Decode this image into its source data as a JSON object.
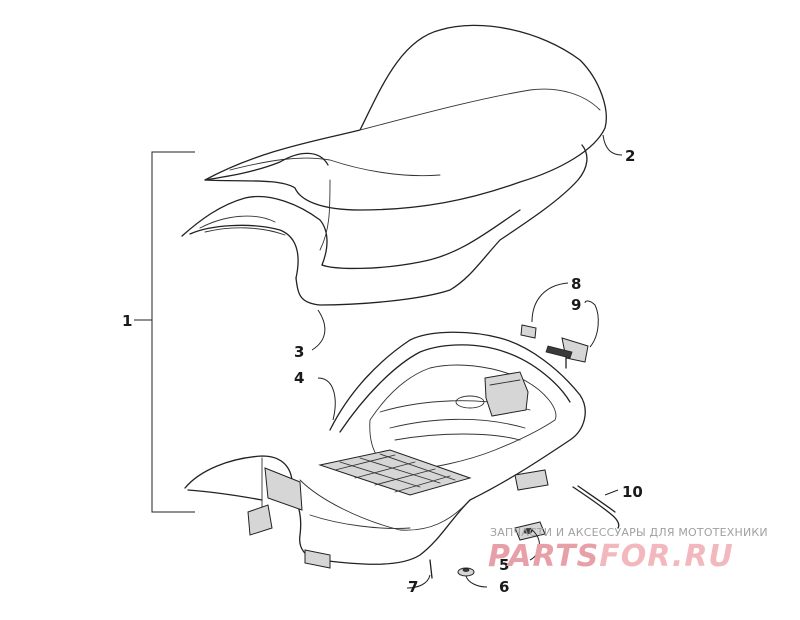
{
  "callouts": [
    {
      "id": "1",
      "label": "1"
    },
    {
      "id": "2",
      "label": "2"
    },
    {
      "id": "3",
      "label": "3"
    },
    {
      "id": "4",
      "label": "4"
    },
    {
      "id": "5",
      "label": "5"
    },
    {
      "id": "6",
      "label": "6"
    },
    {
      "id": "7",
      "label": "7"
    },
    {
      "id": "8",
      "label": "8"
    },
    {
      "id": "9",
      "label": "9"
    },
    {
      "id": "10",
      "label": "10"
    }
  ],
  "watermark": {
    "tagline": "ЗАПЧАСТИ И АКСЕССУАРЫ ДЛЯ МОТОТЕХНИКИ",
    "logo_part1": "PARTS",
    "logo_part2": "FOR.RU",
    "colors": {
      "logo_part1": "#e8a0a8",
      "logo_part2": "#f2b8bd",
      "tagline": "#a0a0a0"
    }
  },
  "colors": {
    "line": "#222222",
    "background": "#ffffff"
  }
}
